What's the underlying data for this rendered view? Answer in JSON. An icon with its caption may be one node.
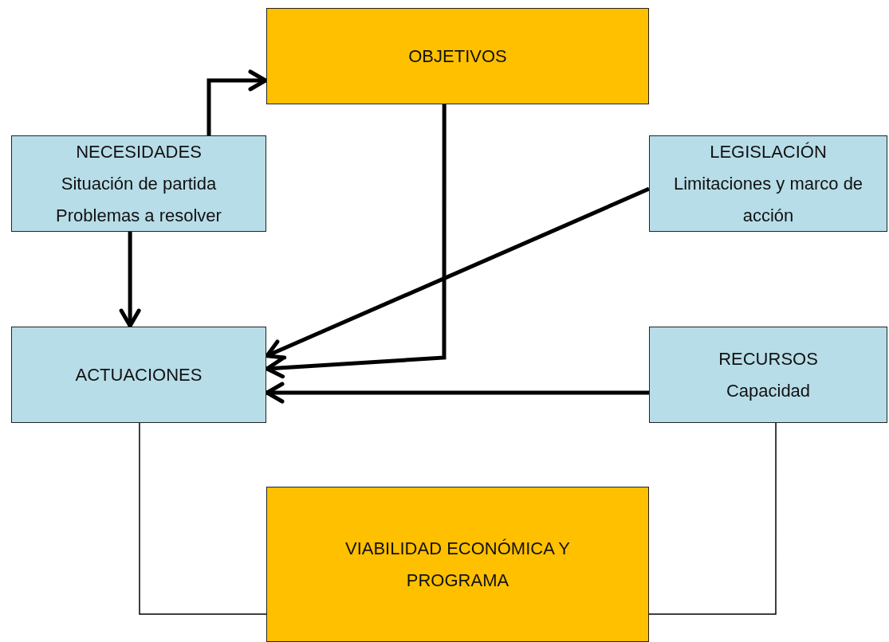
{
  "diagram": {
    "nodes": [
      {
        "text": [
          "OBJETIVOS"
        ]
      },
      {
        "text": [
          "NECESIDADES",
          "Situación de partida",
          "Problemas a resolver"
        ]
      },
      {
        "text": [
          "LEGISLACIÓN",
          "Limitaciones y marco de acción"
        ]
      },
      {
        "text": [
          "ACTUACIONES"
        ]
      },
      {
        "text": [
          "RECURSOS",
          "Capacidad"
        ]
      },
      {
        "text": [
          "VIABILIDAD ECONÓMICA Y PROGRAMA"
        ]
      }
    ],
    "edges": [
      {
        "from": 1,
        "to": 0,
        "arrow": "to"
      },
      {
        "from": 1,
        "to": 3,
        "arrow": "to"
      },
      {
        "from": 2,
        "to": 3,
        "arrow": "to"
      },
      {
        "from": 0,
        "to": 3,
        "arrow": "to"
      },
      {
        "from": 4,
        "to": 3,
        "arrow": "to"
      },
      {
        "from": 3,
        "to": 5,
        "arrow": "none"
      },
      {
        "from": 4,
        "to": 5,
        "arrow": "none"
      }
    ]
  }
}
